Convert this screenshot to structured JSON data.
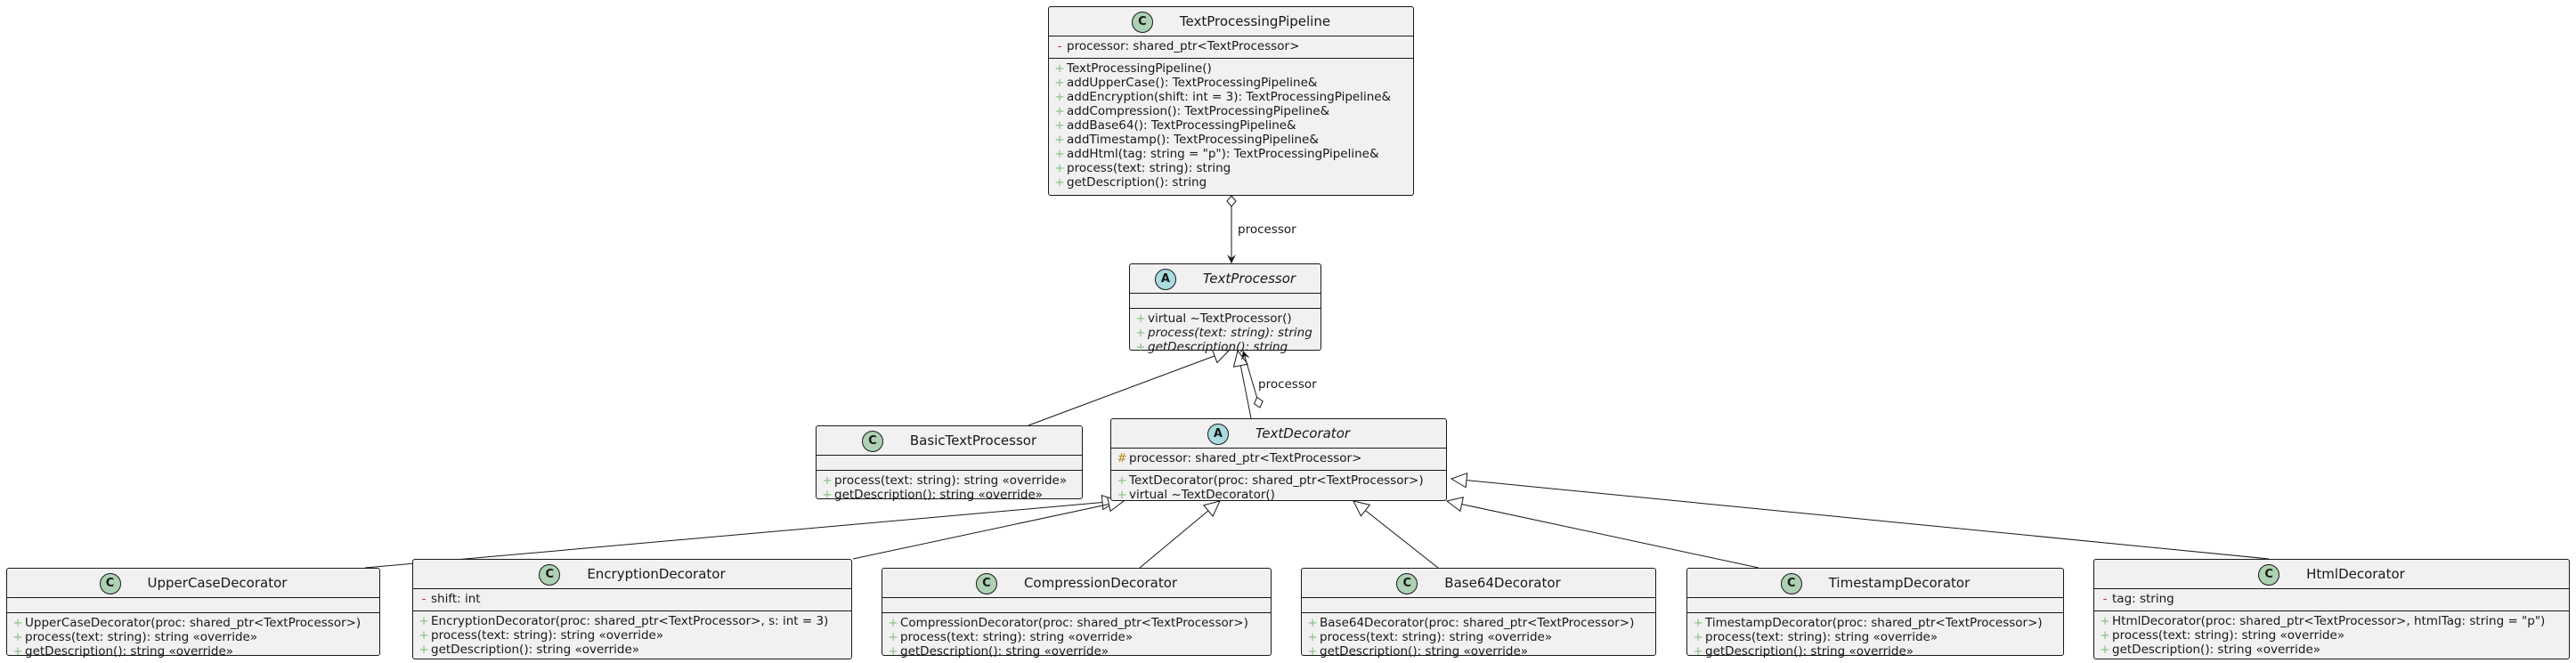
{
  "classes": {
    "pipeline": {
      "name": "TextProcessingPipeline",
      "kind": "C",
      "abstract": false,
      "fields": [
        {
          "vis": "-",
          "text": "processor: shared_ptr<TextProcessor>"
        }
      ],
      "methods": [
        {
          "vis": "+",
          "text": "TextProcessingPipeline()"
        },
        {
          "vis": "+",
          "text": "addUpperCase(): TextProcessingPipeline&"
        },
        {
          "vis": "+",
          "text": "addEncryption(shift: int = 3): TextProcessingPipeline&"
        },
        {
          "vis": "+",
          "text": "addCompression(): TextProcessingPipeline&"
        },
        {
          "vis": "+",
          "text": "addBase64(): TextProcessingPipeline&"
        },
        {
          "vis": "+",
          "text": "addTimestamp(): TextProcessingPipeline&"
        },
        {
          "vis": "+",
          "text": "addHtml(tag: string = \"p\"): TextProcessingPipeline&"
        },
        {
          "vis": "+",
          "text": "process(text: string): string"
        },
        {
          "vis": "+",
          "text": "getDescription(): string"
        }
      ]
    },
    "textProcessor": {
      "name": "TextProcessor",
      "kind": "A",
      "abstract": true,
      "fields": [],
      "methods": [
        {
          "vis": "+",
          "text": "virtual ~TextProcessor()"
        },
        {
          "vis": "+",
          "text": "process(text: string): string",
          "italic": true
        },
        {
          "vis": "+",
          "text": "getDescription(): string",
          "italic": true
        }
      ]
    },
    "basic": {
      "name": "BasicTextProcessor",
      "kind": "C",
      "abstract": false,
      "fields": [],
      "methods": [
        {
          "vis": "+",
          "text": "process(text: string): string «override»"
        },
        {
          "vis": "+",
          "text": "getDescription(): string «override»"
        }
      ]
    },
    "decorator": {
      "name": "TextDecorator",
      "kind": "A",
      "abstract": true,
      "fields": [
        {
          "vis": "#",
          "text": "processor: shared_ptr<TextProcessor>"
        }
      ],
      "methods": [
        {
          "vis": "+",
          "text": "TextDecorator(proc: shared_ptr<TextProcessor>)"
        },
        {
          "vis": "+",
          "text": "virtual ~TextDecorator()"
        }
      ]
    },
    "upper": {
      "name": "UpperCaseDecorator",
      "kind": "C",
      "abstract": false,
      "fields": [],
      "methods": [
        {
          "vis": "+",
          "text": "UpperCaseDecorator(proc: shared_ptr<TextProcessor>)"
        },
        {
          "vis": "+",
          "text": "process(text: string): string «override»"
        },
        {
          "vis": "+",
          "text": "getDescription(): string «override»"
        }
      ]
    },
    "encryption": {
      "name": "EncryptionDecorator",
      "kind": "C",
      "abstract": false,
      "fields": [
        {
          "vis": "-",
          "text": "shift: int"
        }
      ],
      "methods": [
        {
          "vis": "+",
          "text": "EncryptionDecorator(proc: shared_ptr<TextProcessor>, s: int = 3)"
        },
        {
          "vis": "+",
          "text": "process(text: string): string «override»"
        },
        {
          "vis": "+",
          "text": "getDescription(): string «override»"
        }
      ]
    },
    "compression": {
      "name": "CompressionDecorator",
      "kind": "C",
      "abstract": false,
      "fields": [],
      "methods": [
        {
          "vis": "+",
          "text": "CompressionDecorator(proc: shared_ptr<TextProcessor>)"
        },
        {
          "vis": "+",
          "text": "process(text: string): string «override»"
        },
        {
          "vis": "+",
          "text": "getDescription(): string «override»"
        }
      ]
    },
    "base64": {
      "name": "Base64Decorator",
      "kind": "C",
      "abstract": false,
      "fields": [],
      "methods": [
        {
          "vis": "+",
          "text": "Base64Decorator(proc: shared_ptr<TextProcessor>)"
        },
        {
          "vis": "+",
          "text": "process(text: string): string «override»"
        },
        {
          "vis": "+",
          "text": "getDescription(): string «override»"
        }
      ]
    },
    "timestamp": {
      "name": "TimestampDecorator",
      "kind": "C",
      "abstract": false,
      "fields": [],
      "methods": [
        {
          "vis": "+",
          "text": "TimestampDecorator(proc: shared_ptr<TextProcessor>)"
        },
        {
          "vis": "+",
          "text": "process(text: string): string «override»"
        },
        {
          "vis": "+",
          "text": "getDescription(): string «override»"
        }
      ]
    },
    "html": {
      "name": "HtmlDecorator",
      "kind": "C",
      "abstract": false,
      "fields": [
        {
          "vis": "-",
          "text": "tag: string"
        }
      ],
      "methods": [
        {
          "vis": "+",
          "text": "HtmlDecorator(proc: shared_ptr<TextProcessor>, htmlTag: string = \"p\")"
        },
        {
          "vis": "+",
          "text": "process(text: string): string «override»"
        },
        {
          "vis": "+",
          "text": "getDescription(): string «override»"
        }
      ]
    }
  },
  "relations": {
    "pipeline_processor_label": "processor",
    "decorator_processor_label": "processor"
  },
  "colors": {
    "class_fill": "#f1f1f1",
    "badge_class": "#add1b2",
    "badge_abstract": "#a9dcdf",
    "public": "#84be84",
    "private": "#c82930",
    "protected": "#b38d22"
  }
}
